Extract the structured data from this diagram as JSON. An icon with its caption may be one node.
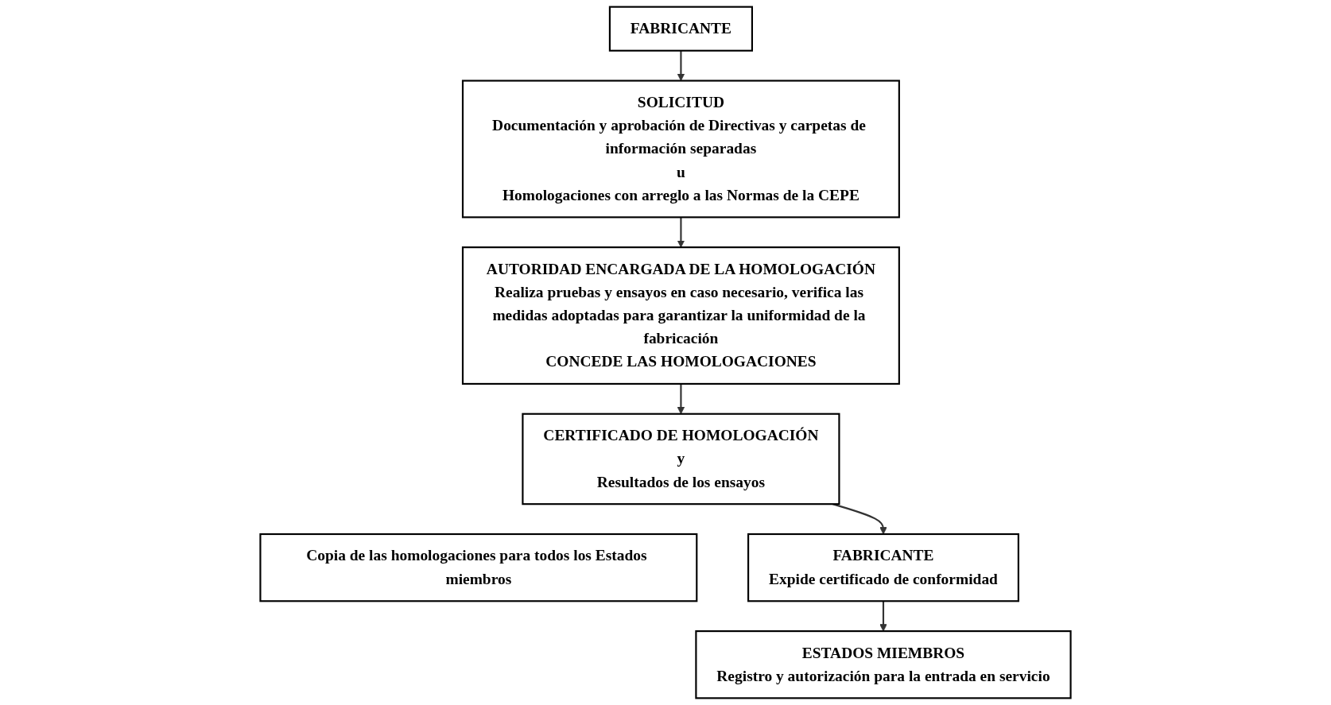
{
  "diagram": {
    "nodes": [
      {
        "text": [
          "FABRICANTE"
        ]
      },
      {
        "text": [
          "SOLICITUD",
          "Documentación y aprobación de Directivas y carpetas de información separadas",
          "u",
          "Homologaciones con arreglo a las Normas de la CEPE"
        ]
      },
      {
        "text": [
          "AUTORIDAD ENCARGADA DE LA HOMOLOGACIÓN",
          "Realiza pruebas y ensayos en caso necesario, verifica las medidas adoptadas para garantizar la uniformidad de la fabricación",
          "CONCEDE LAS HOMOLOGACIONES"
        ]
      },
      {
        "text": [
          "CERTIFICADO DE HOMOLOGACIÓN",
          "y",
          "Resultados de los ensayos"
        ]
      },
      {
        "text": [
          "Copia de las homologaciones para todos los Estados miembros"
        ]
      },
      {
        "text": [
          "FABRICANTE",
          "Expide certificado de conformidad"
        ]
      },
      {
        "text": [
          "ESTADOS MIEMBROS",
          "Registro y autorización para la entrada en servicio"
        ]
      }
    ],
    "edges": [
      {
        "from": 0,
        "to": 1,
        "arrow": "to"
      },
      {
        "from": 1,
        "to": 2,
        "arrow": "to"
      },
      {
        "from": 2,
        "to": 3,
        "arrow": "to"
      },
      {
        "from": 3,
        "to": 5,
        "arrow": "to"
      },
      {
        "from": 5,
        "to": 6,
        "arrow": "to"
      }
    ]
  }
}
